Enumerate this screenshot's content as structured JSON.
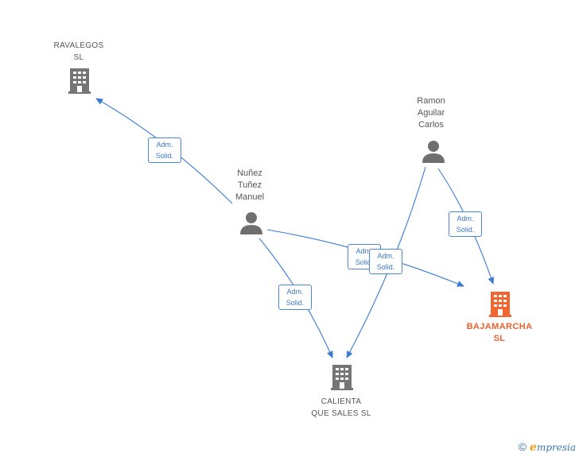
{
  "nodes": {
    "ravalegos": {
      "label": "RAVALEGOS\nSL"
    },
    "nunez": {
      "label": "Nuñez\nTuñez\nManuel"
    },
    "ramon": {
      "label": "Ramon\nAguilar\nCarlos"
    },
    "bajamarcha": {
      "label": "BAJAMARCHA\nSL"
    },
    "calienta": {
      "label": "CALIENTA\nQUE SALES  SL"
    }
  },
  "edges": [
    {
      "from": "nunez",
      "to": "ravalegos",
      "label": "Adm.\nSolid."
    },
    {
      "from": "nunez",
      "to": "calienta",
      "label": "Adm.\nSolid."
    },
    {
      "from": "nunez",
      "to": "bajamarcha",
      "label": "Adm.\nSolid."
    },
    {
      "from": "ramon",
      "to": "calienta",
      "label": "Adm.\nSolid."
    },
    {
      "from": "ramon",
      "to": "bajamarcha",
      "label": "Adm.\nSolid."
    }
  ],
  "colors": {
    "edge": "#3a7bd5",
    "company": "#757575",
    "person": "#6f6f6f",
    "highlight": "#f26430"
  },
  "footer": {
    "copyright": "©",
    "brand_initial": "e",
    "brand_rest": "mpresia"
  }
}
